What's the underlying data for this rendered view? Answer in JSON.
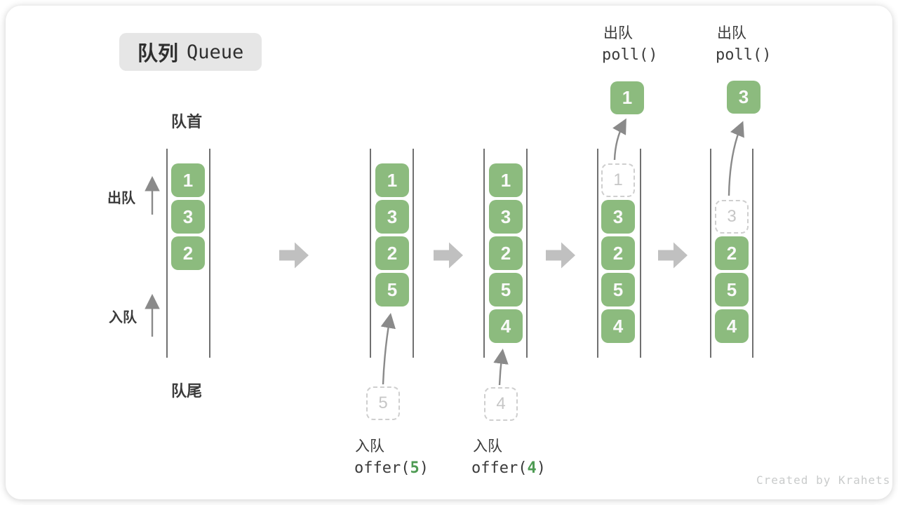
{
  "title": {
    "zh": "队列",
    "en": "Queue"
  },
  "side_labels": {
    "front": "队首",
    "rear": "队尾",
    "dequeue": "出队",
    "enqueue": "入队"
  },
  "watermark": "Created by Krahets",
  "colors": {
    "green": "#8CBB7E",
    "green_dark": "#4E9B53",
    "text": "#3B3B3B",
    "cell_text": "#FAFAFA",
    "block_arrow": "#C0C0C0",
    "dashed_border": "#CFCFCF",
    "ghost_text": "#C6C6C6",
    "queue_line": "#707070",
    "thin_arrow": "#8A8A8A",
    "title_bg": "#E6E6E6",
    "title_text": "#2F2F2F",
    "watermark": "#C9CBCB"
  },
  "stages": [
    {
      "name": "initial",
      "cells": [
        "1",
        "3",
        "2"
      ]
    },
    {
      "name": "after-offer-5",
      "cells": [
        "1",
        "3",
        "2",
        "5"
      ],
      "pending": "5",
      "op_label": "入队",
      "op_code_pre": "offer(",
      "op_arg": "5",
      "op_code_post": ")"
    },
    {
      "name": "after-offer-4",
      "cells": [
        "1",
        "3",
        "2",
        "5",
        "4"
      ],
      "pending": "4",
      "op_label": "入队",
      "op_code_pre": "offer(",
      "op_arg": "4",
      "op_code_post": ")"
    },
    {
      "name": "poll-1",
      "cells": [
        "3",
        "2",
        "5",
        "4"
      ],
      "removed": "1",
      "result": "1",
      "op_label": "出队",
      "op_code": "poll()"
    },
    {
      "name": "poll-3",
      "cells": [
        "2",
        "5",
        "4"
      ],
      "removed": "3",
      "result": "3",
      "op_label": "出队",
      "op_code": "poll()"
    }
  ]
}
